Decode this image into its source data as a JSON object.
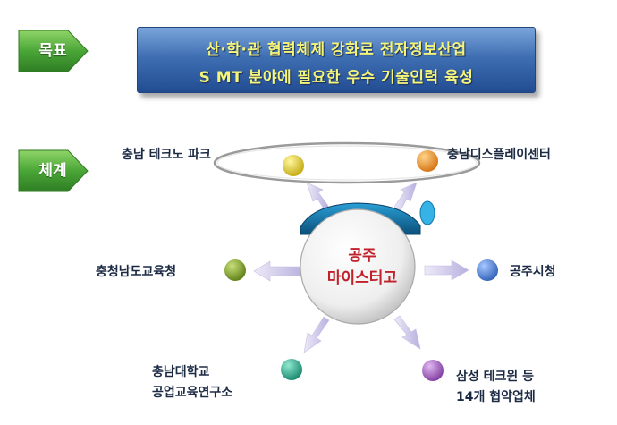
{
  "goal": {
    "tag_label": "목표",
    "line1": "산·학·관 협력체제 강화로 전자정보산업",
    "line2": "S MT 분야에 필요한 우수 기술인력 육성"
  },
  "system": {
    "tag_label": "체계",
    "center": {
      "line1": "공주",
      "line2": "마이스터고"
    },
    "nodes": {
      "chungnam_techno_park": {
        "label": "충남 테크노 파크",
        "color": "#d6c21e"
      },
      "chungnam_display_center": {
        "label": "충남디스플레이센터",
        "color": "#e8871a"
      },
      "chungnam_education_office": {
        "label": "충청남도교육청",
        "color": "#7a9a22"
      },
      "gongju_city": {
        "label": "공주시청",
        "color": "#4a7fd6"
      },
      "chungnam_univ_institute": {
        "line1": "충남대학교",
        "line2": "공업교육연구소",
        "color": "#2aa58a"
      },
      "samsung_techwin": {
        "line1": "삼성 테크윈 등",
        "line2": "14개 협약업체",
        "color": "#a05cc0"
      }
    }
  }
}
